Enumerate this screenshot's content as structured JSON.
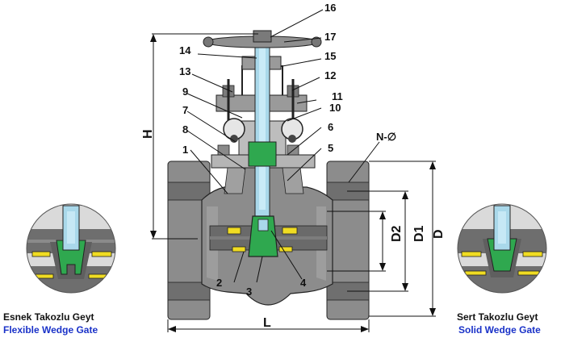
{
  "callouts": {
    "n1": "1",
    "n2": "2",
    "n3": "3",
    "n4": "4",
    "n5": "5",
    "n6": "6",
    "n7": "7",
    "n8": "8",
    "n9": "9",
    "n10": "10",
    "n11": "11",
    "n12": "12",
    "n13": "13",
    "n14": "14",
    "n15": "15",
    "n16": "16",
    "n17": "17"
  },
  "dimensions": {
    "h": "H",
    "l": "L",
    "d": "D",
    "d1": "D1",
    "d2": "D2",
    "n_phi": "N-∅"
  },
  "captions": {
    "left_tr": "Esnek Takozlu Geyt",
    "left_en": "Flexible Wedge Gate",
    "right_tr": "Sert Takozlu Geyt",
    "right_en": "Solid Wedge Gate"
  },
  "colors": {
    "body": "#8c8c8c",
    "body_light": "#bdbdbd",
    "body_dark": "#5f5f5f",
    "stem": "#a9d8ea",
    "wedge": "#2fa84f",
    "seat": "#f0dc22",
    "line": "#111111",
    "english_caption": "#1a32c8",
    "inset_bg": "#d9d9d9"
  }
}
